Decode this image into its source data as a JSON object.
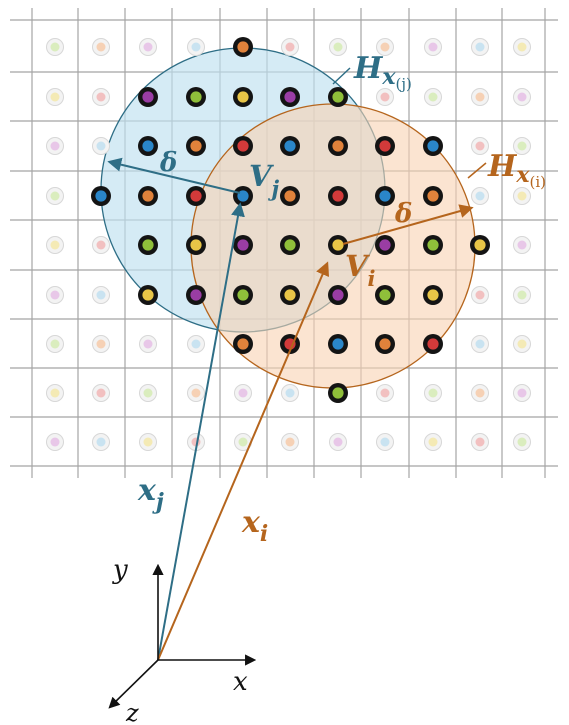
{
  "colors": {
    "teal": "#2e6e86",
    "orange": "#b5651d",
    "grid": "#9a9a9a",
    "teal_fill": "#bfe0ef",
    "orange_fill": "#f8d2b3"
  },
  "labels": {
    "hxj_main": "H",
    "hxj_sub": "x",
    "hxj_subsub": "(j)",
    "hxi_main": "H",
    "hxi_sub": "x",
    "hxi_subsub": "(i)",
    "vj_main": "V",
    "vj_sub": "j",
    "vi_main": "V",
    "vi_sub": "i",
    "delta_j": "δ",
    "delta_i": "δ",
    "xj_main": "x",
    "xj_sub": "j",
    "xi_main": "x",
    "xi_sub": "i",
    "axis_x": "x",
    "axis_y": "y",
    "axis_z": "z"
  },
  "icons": {
    "arrowhead": "arrowhead-icon"
  }
}
